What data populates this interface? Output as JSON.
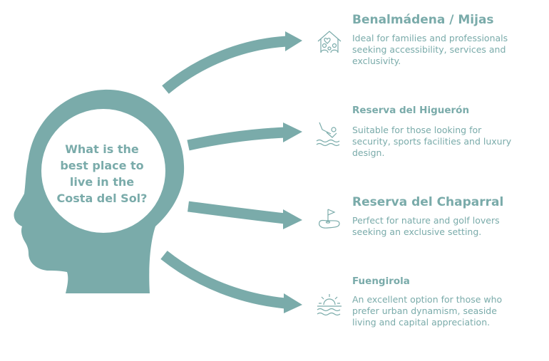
{
  "question_lines": [
    "What is the",
    "best place to",
    "live in the",
    "Costa del Sol?"
  ],
  "colors": {
    "accent": "#7aabaa",
    "head": "#7aabaa",
    "background": "#ffffff"
  },
  "options": [
    {
      "title": "Benalmádena / Mijas",
      "icon": "family-house-icon",
      "desc_lines": [
        "Ideal for families and professionals",
        "seeking accessibility, services and",
        "exclusivity."
      ]
    },
    {
      "title": "Reserva del Higuerón",
      "icon": "swimmer-icon",
      "desc_lines": [
        "Suitable for those looking for",
        "security, sports facilities and luxury",
        "design."
      ]
    },
    {
      "title": "Reserva del Chaparral",
      "icon": "golf-flag-icon",
      "desc_lines": [
        "Perfect for nature and golf lovers",
        "seeking an exclusive setting."
      ]
    },
    {
      "title": "Fuengirola",
      "icon": "beach-sun-icon",
      "desc_lines": [
        "An excellent option for those who",
        "prefer urban dynamism, seaside",
        "living and capital appreciation."
      ]
    }
  ]
}
